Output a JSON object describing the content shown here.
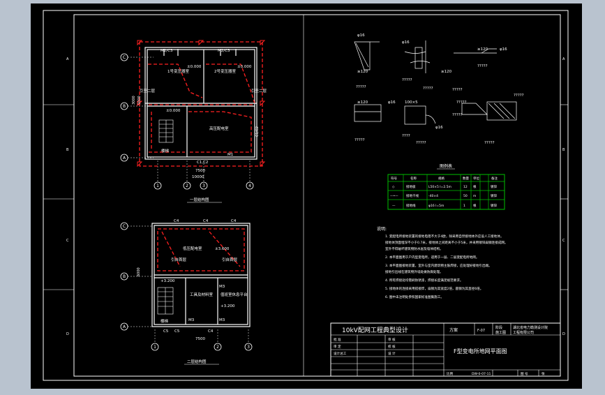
{
  "colors": {
    "bg": "#b9c3cf",
    "paper": "#000000",
    "line": "#ffffff",
    "red": "#ff2020",
    "green": "#00c000",
    "text": "#ffffff"
  },
  "border": {
    "left_marks": [
      "A",
      "B",
      "C",
      "D"
    ],
    "right_marks": [
      "A",
      "B",
      "C",
      "D"
    ]
  },
  "floor1": {
    "axis_top": "C",
    "axis_mid": "B",
    "axis_bottom": "A",
    "cols": [
      "1",
      "2",
      "3",
      "4"
    ],
    "title": "一层结构图",
    "transformer1": "1号变压器室",
    "transformer2": "2号变压器室",
    "elev1": "±0.000",
    "elev2": "±0.000",
    "door_top1": "M2/C3",
    "door_top2": "M2/C3",
    "elev_hv": "±0.000",
    "hv_room": "高压配电室",
    "stair_room": "楼梯",
    "rec_left": "引至二层",
    "rec_right": "引至二层",
    "door_m1": "M1",
    "window_bottom": "C1,C2",
    "dim_total": "7500",
    "dim_total2": "10000",
    "dim_left": "3000",
    "dim_left2": "5000",
    "side_label": "C1/C2"
  },
  "floor2": {
    "axis_top": "C",
    "axis_mid": "B",
    "axis_bottom": "A",
    "cols": [
      "1",
      "2",
      "3"
    ],
    "title": "二层结构图",
    "lv_room": "低压配电室",
    "lv_elev": "±3.600",
    "up_left": "引自首层",
    "up_right": "引自首层",
    "tools": "工具及材料室",
    "duty": "值班室休息平台",
    "stair": "楼梯",
    "elev_a": "+3.200",
    "elev_b": "+3.200",
    "c4_1": "C4",
    "c4_2": "C4",
    "c4_3": "C4",
    "m3a": "M3",
    "m3b": "M3",
    "m3c": "M3",
    "c5a": "C5",
    "c5b": "C5",
    "c4_b": "C4",
    "dim_total": "7500",
    "dim_left": "6000"
  },
  "details": {
    "d1": "φ16",
    "d2": "φ16",
    "d3": "φ16",
    "d4": "φ16",
    "d5": "φ16",
    "l1": "≥120",
    "l2": "≥120",
    "l3": "≥120",
    "l4": "100×5",
    "l5": "≥120",
    "q1": "?????",
    "q2": "?????",
    "q3": "?????",
    "q4": "?????",
    "q5": "?????",
    "q6": "?????",
    "q7": "?????",
    "q8": "?????",
    "q9": "????",
    "q10": "?????",
    "q11": "?????",
    "q12": "?????"
  },
  "legend": {
    "title": "图例表",
    "headers": [
      "符号",
      "名称",
      "规格",
      "数量",
      "单位",
      "备注"
    ],
    "rows": [
      [
        "◇",
        "接地极",
        "L50×5 l=2.5m",
        "12",
        "根",
        "镀锌"
      ],
      [
        "—•—",
        "接地干线",
        "-40×4",
        "50",
        "m",
        "镀锌"
      ],
      [
        "—",
        "接地线",
        "φ16 l=5m",
        "1",
        "根",
        "镀锌"
      ]
    ]
  },
  "notes": {
    "title": "说明:",
    "lines": [
      "1. 变配电所接地装置的接地电阻不大于4欧，除采用自然接地体外应设人工接地体。",
      "   接地体顶面埋深不小于0.7米，接地体之间距离不小于5米，并采用镀锌扁钢连接成网。",
      "   室外不得破坏建筑物防水层及墙体结构。",
      "2. 本平面图用于户内型变电所，适用于一层、二层变配电所地网。",
      "3. 本平面图接地装置，室外与室内建筑物主筋焊接，应处理好接地引出端。",
      "   接地引出线在建筑物外墙处做防腐处理。",
      "4. 所有焊接处均需刷防锈漆，焊接长度满足规范要求。",
      "5. 接地体的连接采用搭接焊，扁钢为其宽度2倍，圆钢为其直径6倍。",
      "6. 图中未注明处参照国家标准图集施工。"
    ]
  },
  "titleblock": {
    "project": "10kV配网工程典型设计",
    "scheme": "方案",
    "scheme_no": "F-07",
    "stage_label": "阶段",
    "stage": "施工图",
    "company": "湖北省电力勘测设计院",
    "company2": "工程有限公司",
    "drawing_title": "F型变电所地网平面图",
    "roles": [
      [
        "批 准",
        "",
        "审 核",
        ""
      ],
      [
        "审 定",
        "",
        "校 核",
        ""
      ],
      [
        "设计总工",
        "",
        "设 计",
        ""
      ]
    ],
    "scale_label": "比例",
    "drawing_no": "DW-0-07-11",
    "sheet_label": "图 号",
    "page_label": "张"
  }
}
